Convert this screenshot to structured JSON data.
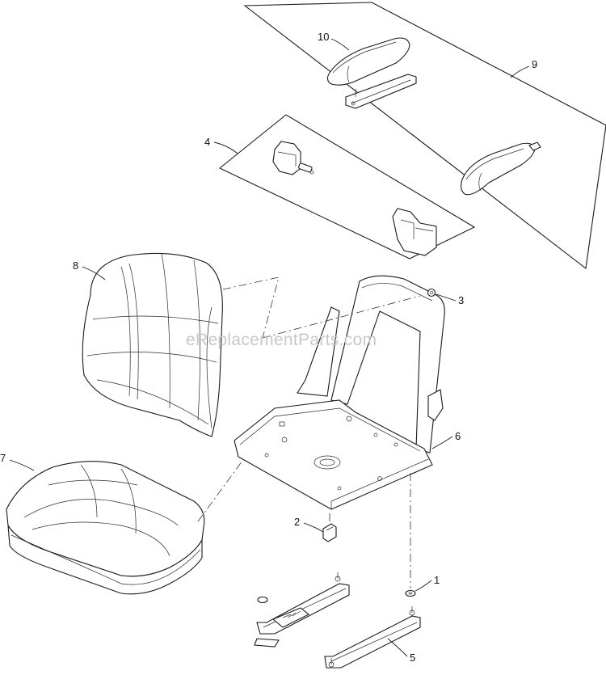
{
  "watermark": "eReplacementParts.com",
  "callouts": [
    {
      "id": "1"
    },
    {
      "id": "2"
    },
    {
      "id": "3"
    },
    {
      "id": "4"
    },
    {
      "id": "5"
    },
    {
      "id": "6"
    },
    {
      "id": "7"
    },
    {
      "id": "8"
    },
    {
      "id": "9"
    },
    {
      "id": "10"
    }
  ]
}
